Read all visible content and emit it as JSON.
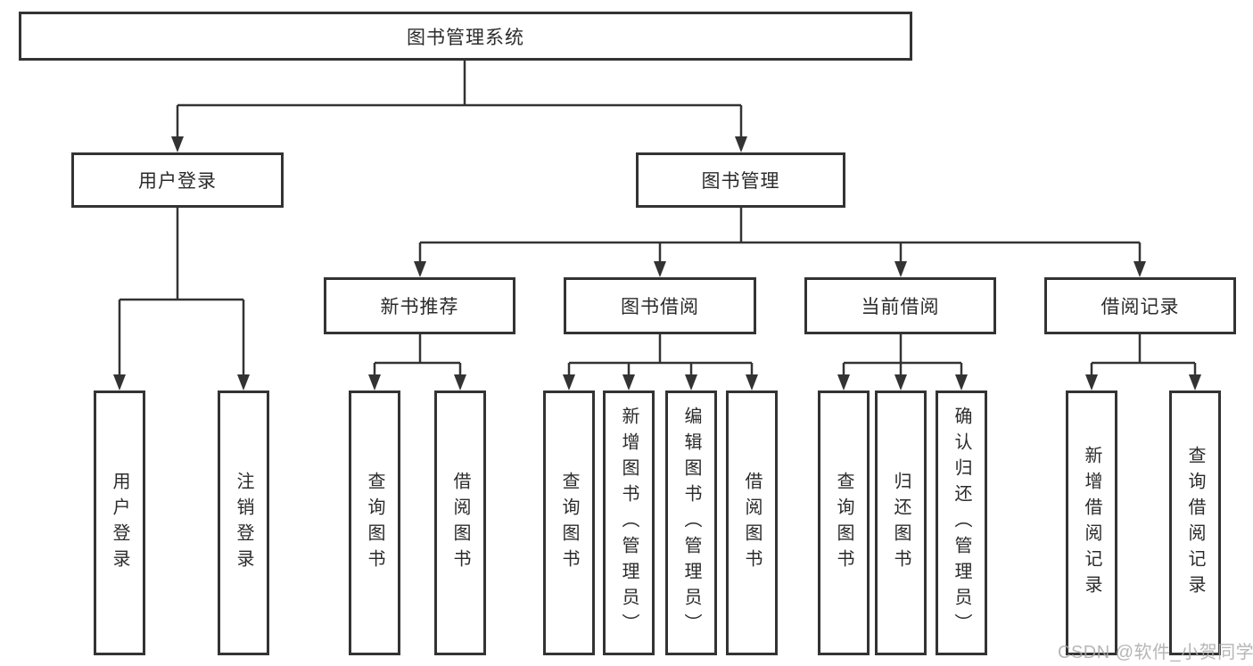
{
  "tree": {
    "root": {
      "label": "图书管理系统"
    },
    "branches": [
      {
        "label": "用户登录",
        "children": [
          {
            "label": "用户登录"
          },
          {
            "label": "注销登录"
          }
        ]
      },
      {
        "label": "图书管理",
        "children": [
          {
            "label": "新书推荐",
            "children": [
              {
                "label": "查询图书"
              },
              {
                "label": "借阅图书"
              }
            ]
          },
          {
            "label": "图书借阅",
            "children": [
              {
                "label": "查询图书"
              },
              {
                "label": "新增图书（管理员）"
              },
              {
                "label": "编辑图书（管理员）"
              },
              {
                "label": "借阅图书"
              }
            ]
          },
          {
            "label": "当前借阅",
            "children": [
              {
                "label": "查询图书"
              },
              {
                "label": "归还图书"
              },
              {
                "label": "确认归还（管理员）"
              }
            ]
          },
          {
            "label": "借阅记录",
            "children": [
              {
                "label": "新增借阅记录"
              },
              {
                "label": "查询借阅记录"
              }
            ]
          }
        ]
      }
    ]
  },
  "watermark": {
    "text": "CSDN @软件_小贺同学"
  },
  "colors": {
    "line": "#333333",
    "box_border": "#333333",
    "text": "#2b2b2b",
    "background": "#ffffff",
    "watermark": "#aaaaaa"
  }
}
